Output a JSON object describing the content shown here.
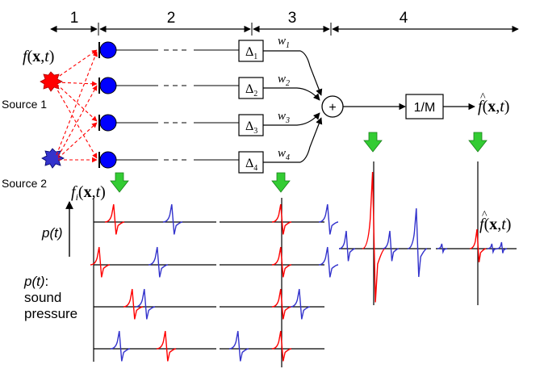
{
  "stages": [
    "1",
    "2",
    "3",
    "4"
  ],
  "sources": {
    "function": "f",
    "args_x": "x",
    "args_t": "t",
    "source1_label": "Source 1",
    "source2_label": "Source 2",
    "source1_color": "#ff0000",
    "source2_color": "#3333cc"
  },
  "channels": [
    {
      "delay": "Δ",
      "delay_sub": "1",
      "weight": "w",
      "weight_sub": "1"
    },
    {
      "delay": "Δ",
      "delay_sub": "2",
      "weight": "w",
      "weight_sub": "2"
    },
    {
      "delay": "Δ",
      "delay_sub": "3",
      "weight": "w",
      "weight_sub": "3"
    },
    {
      "delay": "Δ",
      "delay_sub": "4",
      "weight": "w",
      "weight_sub": "4"
    }
  ],
  "sum_symbol": "+",
  "normalize_box": "1/M",
  "output": {
    "function": "f",
    "hat": "^",
    "args_x": "x",
    "args_t": "t"
  },
  "signal_label": {
    "function": "f",
    "sub": "i",
    "args_x": "x",
    "args_t": "t"
  },
  "axis_label": "p(t)",
  "legend": {
    "line1": "p(t)",
    "line1_suffix": ":",
    "line2": "sound",
    "line3": "pressure"
  },
  "colors": {
    "mic": "#0000ff",
    "arrow_green": "#33cc33",
    "pulse_red": "#ff0000",
    "pulse_blue": "#3333cc",
    "dashed": "#ff0000"
  }
}
